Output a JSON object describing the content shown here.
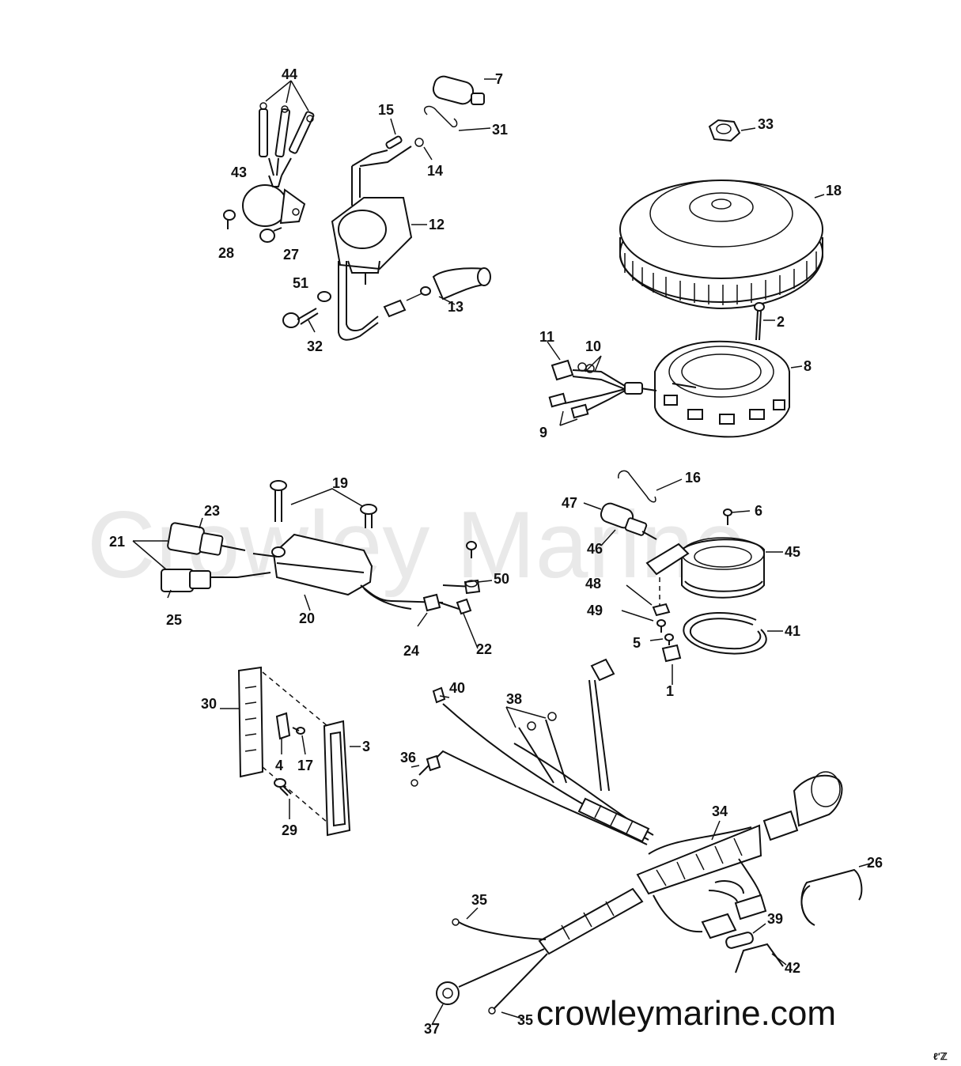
{
  "watermark": "Crowley Marine",
  "website": "crowleymarine.com",
  "corner_mark": "ℓ′ℤ",
  "part_numbers": {
    "p1": "1",
    "p2": "2",
    "p3": "3",
    "p4": "4",
    "p5": "5",
    "p6": "6",
    "p7": "7",
    "p8": "8",
    "p9": "9",
    "p10": "10",
    "p11": "11",
    "p12": "12",
    "p13": "13",
    "p14": "14",
    "p15": "15",
    "p16": "16",
    "p17": "17",
    "p18": "18",
    "p19": "19",
    "p20": "20",
    "p21": "21",
    "p22": "22",
    "p23": "23",
    "p24": "24",
    "p25": "25",
    "p26": "26",
    "p27": "27",
    "p28": "28",
    "p29": "29",
    "p30": "30",
    "p31": "31",
    "p32": "32",
    "p33": "33",
    "p34": "34",
    "p35a": "35",
    "p35b": "35",
    "p36": "36",
    "p37": "37",
    "p38": "38",
    "p39": "39",
    "p40": "40",
    "p41": "41",
    "p42": "42",
    "p43": "43",
    "p44": "44",
    "p45": "45",
    "p46": "46",
    "p47": "47",
    "p48": "48",
    "p49": "49",
    "p50": "50",
    "p51": "51"
  }
}
